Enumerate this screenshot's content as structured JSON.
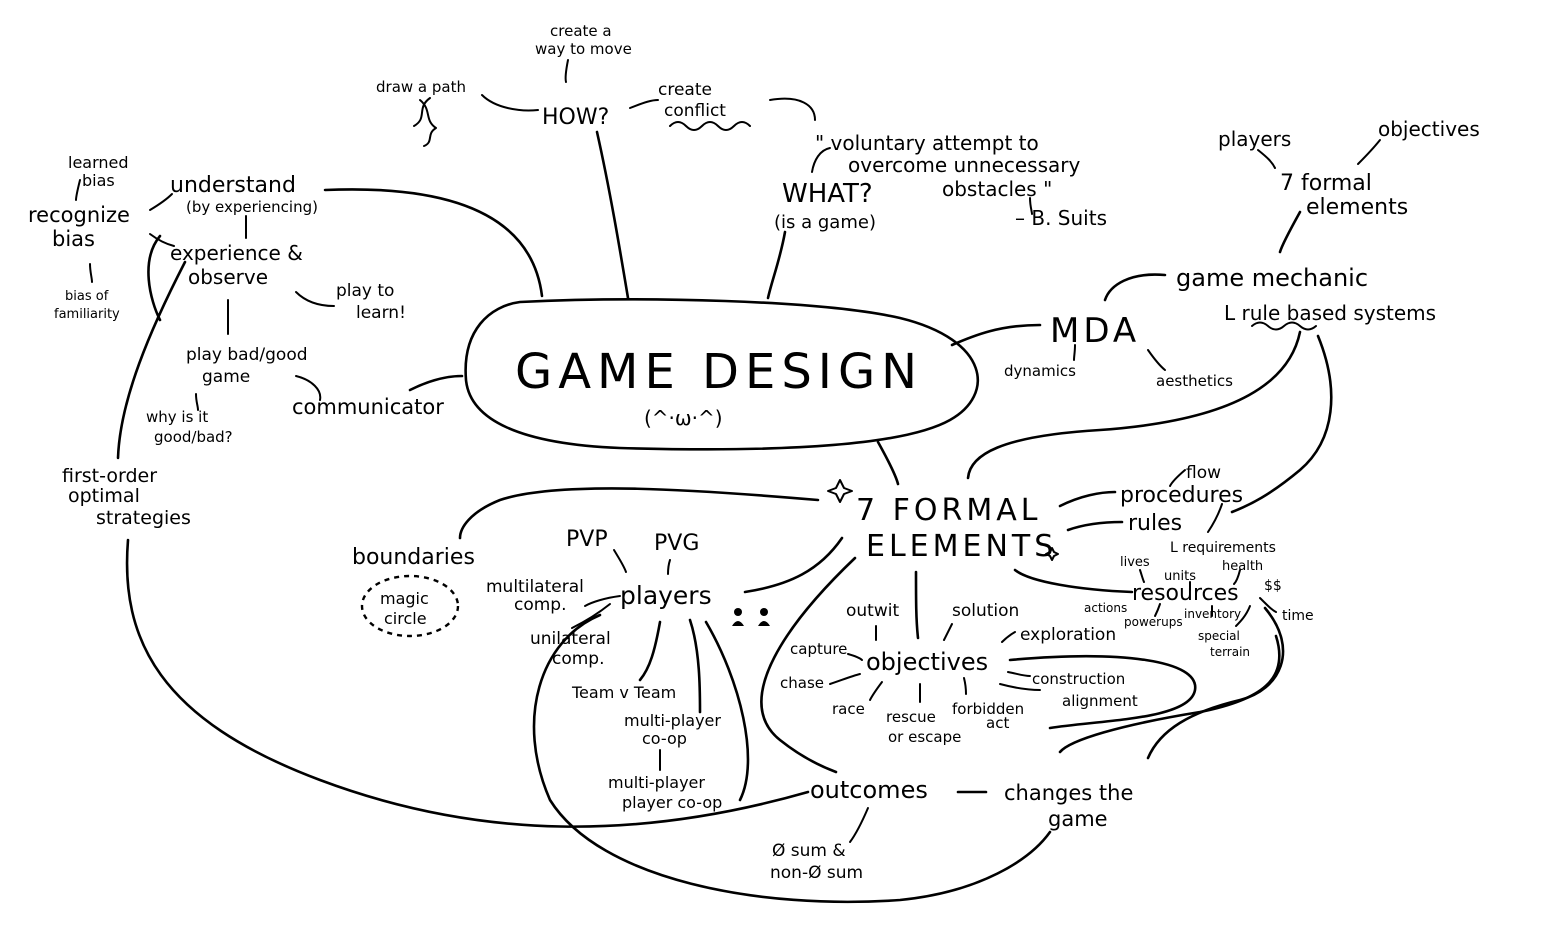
{
  "center": {
    "title": "GAME DESIGN",
    "face": "(^·ω·^)"
  },
  "how": {
    "label": "HOW?",
    "create_way": [
      "create a",
      "way to move"
    ],
    "draw_path": "draw a path",
    "create_conflict": [
      "create",
      "conflict"
    ]
  },
  "what": {
    "label": "WHAT?",
    "sub": "(is a game)",
    "quote": [
      "\" voluntary attempt to",
      "overcome unnecessary",
      "obstacles \""
    ],
    "author": "– B. Suits"
  },
  "left": {
    "learned_bias": [
      "learned",
      "bias"
    ],
    "recognize_bias": [
      "recognize",
      "bias"
    ],
    "bias_familiarity": [
      "bias of",
      "familiarity"
    ],
    "understand": "understand",
    "by_experiencing": "(by experiencing)",
    "experience_observe": [
      "experience &",
      "observe"
    ],
    "play_to_learn": [
      "play to",
      "learn!"
    ],
    "play_bad_good": [
      "play bad/good",
      "game"
    ],
    "why_good_bad": [
      "why is it",
      "good/bad?"
    ],
    "communicator": "communicator",
    "first_order": [
      "first-order",
      "optimal",
      "strategies"
    ]
  },
  "right": {
    "players": "players",
    "objectives": "objectives",
    "seven_formal": [
      "7 formal",
      "elements"
    ],
    "game_mechanic": "game mechanic",
    "rule_based": "L rule based systems",
    "mda": "MDA",
    "dynamics": "dynamics",
    "aesthetics": "aesthetics"
  },
  "formal": {
    "title": [
      "7 FORMAL",
      "ELEMENTS"
    ],
    "flow": "flow",
    "procedures": "procedures",
    "rules": "rules",
    "requirements": "L requirements",
    "resources": "resources",
    "lives": "lives",
    "units": "units",
    "health": "health",
    "money": "$$",
    "actions": "actions",
    "powerups": "powerups",
    "inventory": "inventory",
    "time": "time",
    "special_terrain": [
      "special",
      "terrain"
    ]
  },
  "objectives_branch": {
    "label": "objectives",
    "outwit": "outwit",
    "solution": "solution",
    "exploration": "exploration",
    "capture": "capture",
    "chase": "chase",
    "construction": "construction",
    "race": "race",
    "rescue": [
      "rescue",
      "or escape"
    ],
    "forbidden": [
      "forbidden",
      "act"
    ],
    "alignment": "alignment"
  },
  "players_branch": {
    "pvp": "PVP",
    "pvg": "PVG",
    "label": "players",
    "multilateral": [
      "multilateral",
      "comp."
    ],
    "unilateral": [
      "unilateral",
      "comp."
    ],
    "team": "Team v Team",
    "multi_coop": [
      "multi-player",
      "co-op"
    ],
    "multi_player_coop": [
      "multi-player",
      "player co-op"
    ]
  },
  "boundaries": {
    "label": "boundaries",
    "magic_circle": [
      "magic",
      "circle"
    ]
  },
  "outcomes": {
    "label": "outcomes",
    "zero_sum": [
      "Ø sum &",
      "non-Ø sum"
    ],
    "changes": [
      "changes the",
      "game"
    ]
  }
}
